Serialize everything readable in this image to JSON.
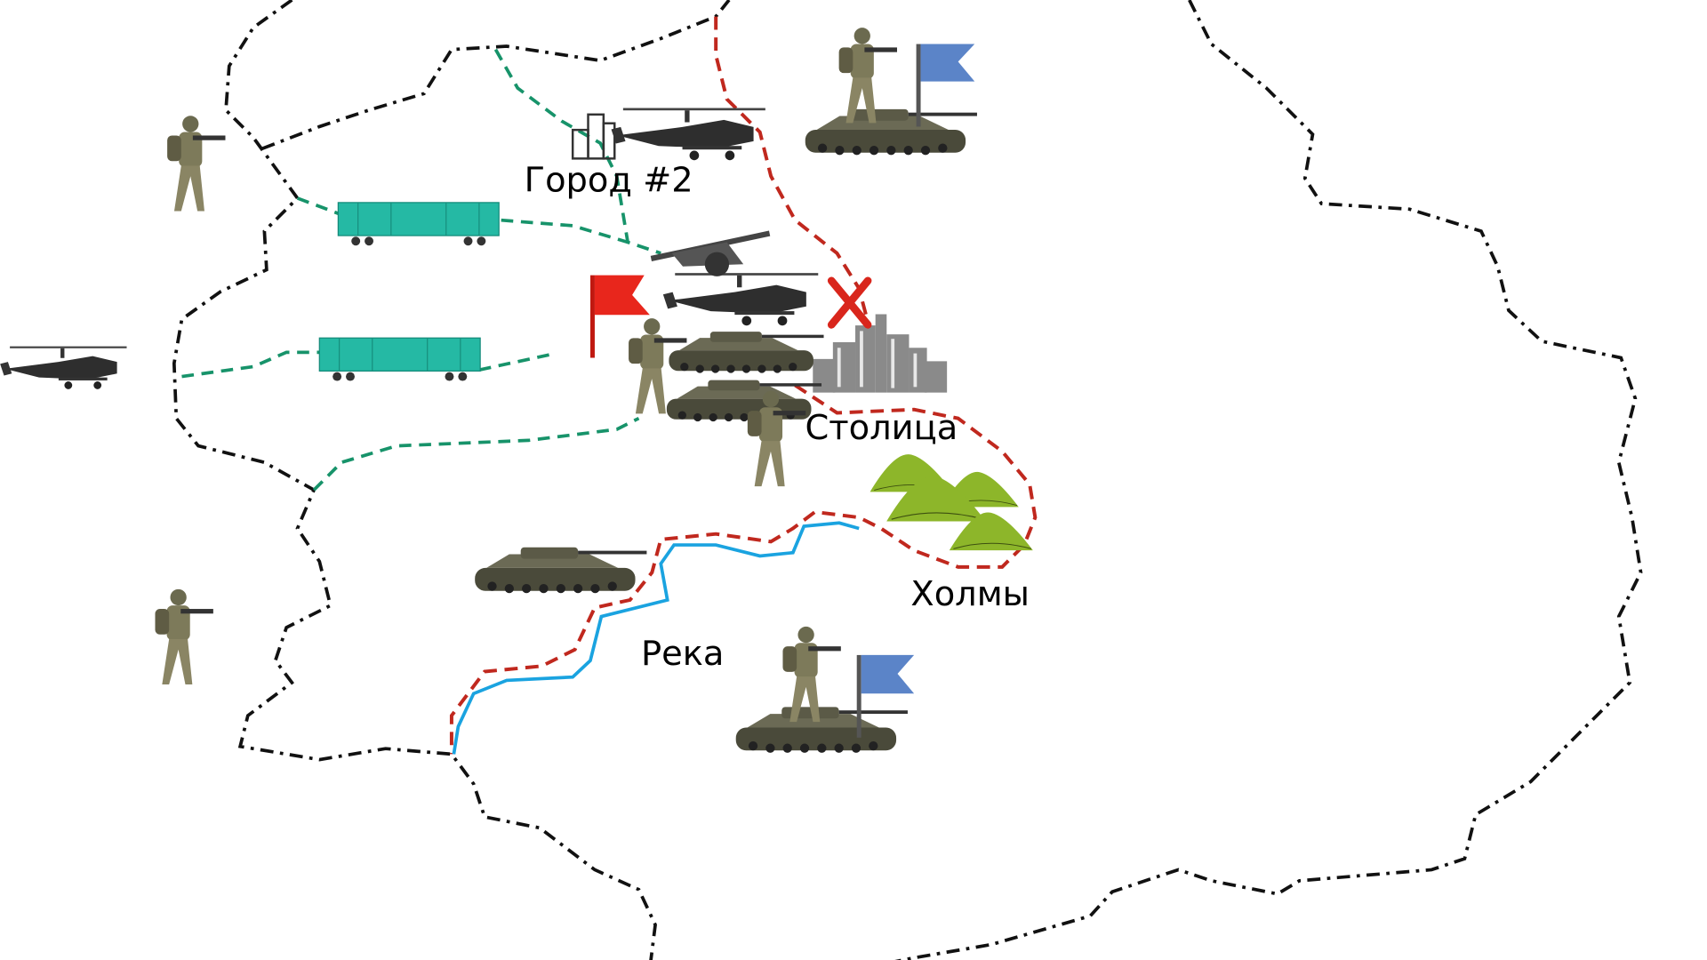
{
  "map": {
    "labels": {
      "city2": "Город #2",
      "capital": "Столица",
      "hills": "Холмы",
      "river": "Река"
    },
    "colors": {
      "border": "#111111",
      "green_route": "#17936a",
      "red_front": "#c0281e",
      "river": "#1aa3e0",
      "blue_flag": "#5b84c8",
      "red_flag": "#e8261c",
      "railcar": "#25b9a4",
      "hills": "#8db62a",
      "city": "#8a8a8a"
    },
    "icons": [
      "soldier-icon",
      "tank-icon",
      "helicopter-icon",
      "railcar-icon",
      "flag-icon",
      "artillery-icon",
      "city-icon",
      "building-icon",
      "hills-icon",
      "cross-mark-icon"
    ]
  }
}
